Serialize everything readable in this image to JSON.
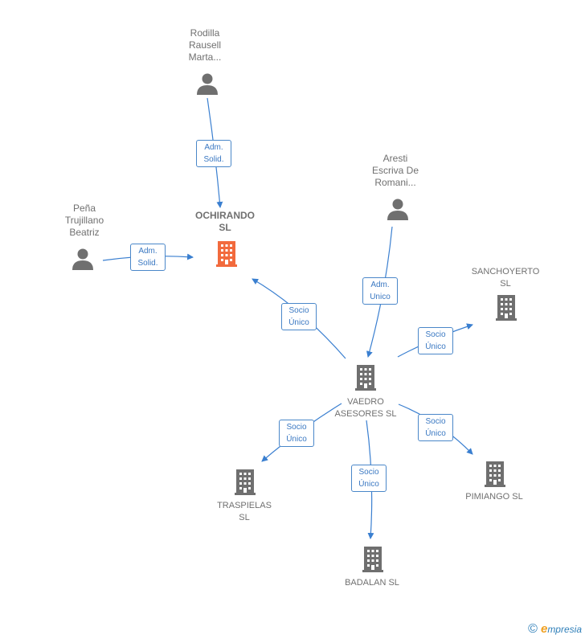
{
  "nodes": {
    "rodilla": {
      "label": "Rodilla\nRausell\nMarta...",
      "type": "person"
    },
    "pena": {
      "label": "Peña\nTrujillano\nBeatriz",
      "type": "person"
    },
    "aresti": {
      "label": "Aresti\nEscriva De\nRomani...",
      "type": "person"
    },
    "ochirando": {
      "label": "OCHIRANDO\nSL",
      "type": "company",
      "highlight": true
    },
    "sanchoyerto": {
      "label": "SANCHOYERTO\nSL",
      "type": "company"
    },
    "vaedro": {
      "label": "VAEDRO\nASESORES  SL",
      "type": "company"
    },
    "traspielas": {
      "label": "TRASPIELAS\nSL",
      "type": "company"
    },
    "pimiango": {
      "label": "PIMIANGO  SL",
      "type": "company"
    },
    "badalan": {
      "label": "BADALAN  SL",
      "type": "company"
    }
  },
  "edges": {
    "rodilla_ochirando": {
      "label": "Adm.\nSolid."
    },
    "pena_ochirando": {
      "label": "Adm.\nSolid."
    },
    "aresti_vaedro": {
      "label": "Adm.\nUnico"
    },
    "vaedro_ochirando": {
      "label": "Socio\nÚnico"
    },
    "vaedro_sanchoyerto": {
      "label": "Socio\nÚnico"
    },
    "vaedro_traspielas": {
      "label": "Socio\nÚnico"
    },
    "vaedro_pimiango": {
      "label": "Socio\nÚnico"
    },
    "vaedro_badalan": {
      "label": "Socio\nÚnico"
    }
  },
  "colors": {
    "edge": "#3a7fd0",
    "person_icon": "#6f6f6f",
    "company_icon": "#6f6f6f",
    "highlight_icon": "#f26a3d"
  },
  "brand": {
    "copyright": "©",
    "name": "mpresia",
    "initial": "e"
  }
}
